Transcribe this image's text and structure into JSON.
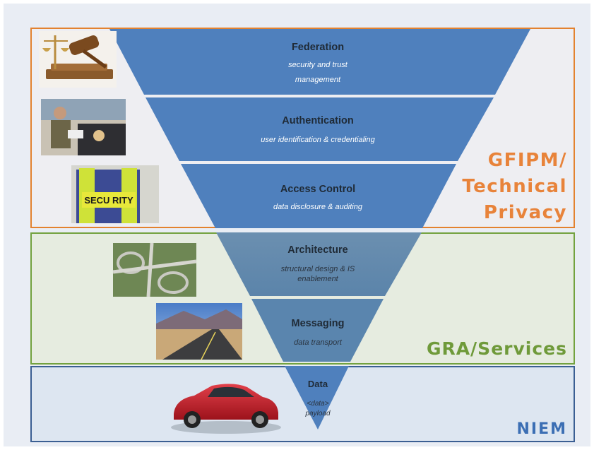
{
  "layers": [
    {
      "title": "Federation",
      "subtitle_lines": [
        "security and trust",
        "management"
      ]
    },
    {
      "title": "Authentication",
      "subtitle_lines": [
        "user identification & credentialing"
      ]
    },
    {
      "title": "Access Control",
      "subtitle_lines": [
        "data disclosure & auditing"
      ]
    },
    {
      "title": "Architecture",
      "subtitle_lines": [
        "structural design & IS",
        "enablement"
      ]
    },
    {
      "title": "Messaging",
      "subtitle_lines": [
        "data transport"
      ]
    },
    {
      "title": "Data",
      "subtitle_lines": [
        "<data>",
        "payload"
      ]
    }
  ],
  "bands": {
    "gfipm": {
      "lines": [
        "GFIPM/",
        "Technical",
        "Privacy"
      ],
      "color": "#e8833a"
    },
    "gra": {
      "label": "GRA/Services",
      "color": "#6f9a3a"
    },
    "niem": {
      "label": "NIEM",
      "color": "#3c6fb4"
    }
  },
  "pictures": [
    "gavel-icon",
    "police-officer-photo",
    "security-vest-photo",
    "highway-interchange-photo",
    "desert-road-photo",
    "red-car-photo"
  ]
}
